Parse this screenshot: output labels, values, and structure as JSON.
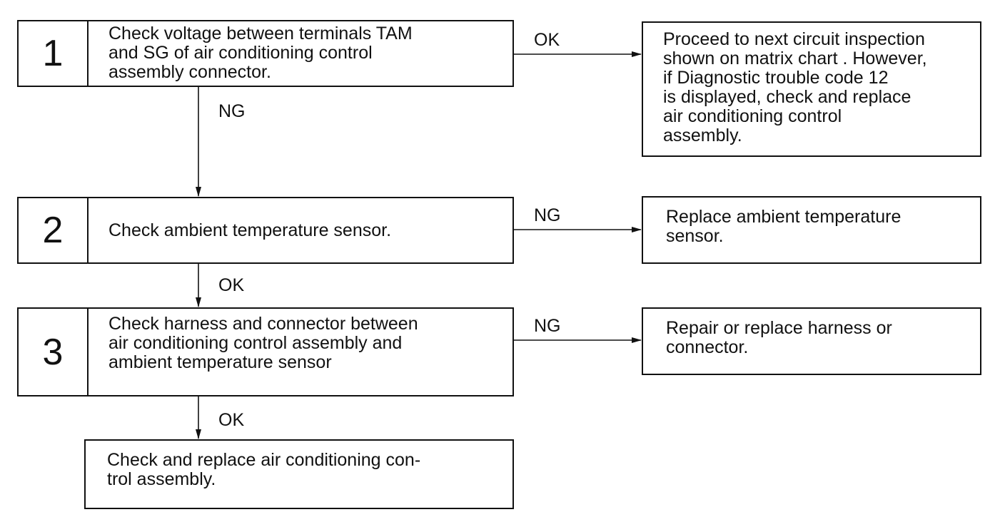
{
  "steps": [
    {
      "number": "1",
      "text": "Check voltage between terminals TAM\nand SG of air conditioning control\nassembly connector."
    },
    {
      "number": "2",
      "text": "Check ambient temperature sensor."
    },
    {
      "number": "3",
      "text": "Check harness and connector between\nair conditioning control assembly and\nambient temperature sensor"
    }
  ],
  "results": [
    {
      "text": "Proceed to next circuit inspection\nshown on matrix chart . However,\nif Diagnostic  trouble code 12\nis displayed, check and replace\nair conditioning control\nassembly."
    },
    {
      "text": "Replace ambient temperature\nsensor."
    },
    {
      "text": "Repair or replace harness or\nconnector."
    }
  ],
  "final": {
    "text": "Check and replace air conditioning con-\ntrol assembly."
  },
  "labels": {
    "step1_right": "OK",
    "step1_down": "NG",
    "step2_right": "NG",
    "step2_down": "OK",
    "step3_right": "NG",
    "step3_down": "OK"
  }
}
